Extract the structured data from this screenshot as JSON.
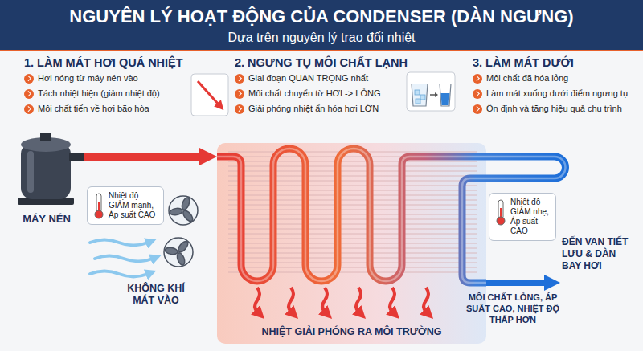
{
  "diagram": {
    "title": "NGUYÊN LÝ HOẠT ĐỘNG CỦA CONDENSER (DÀN NGƯNG)",
    "nodes": [
      {
        "text": [
          "MÁY NÉN"
        ]
      },
      {
        "text": [
          "NHIỆT GIẢI PHÓNG RA MÔI TRƯỜNG"
        ]
      },
      {
        "text": [
          "ĐẾN VAN TIẾT LƯU & DÀN BAY HƠI"
        ]
      },
      {
        "text": [
          "Nhiệt độ GIẢM mạnh, Áp suất CAO"
        ]
      },
      {
        "text": [
          "Nhiệt độ GIẢM nhẹ, Áp suất CAO"
        ]
      }
    ],
    "edges": [
      {
        "from": 0,
        "to": 1,
        "arrow": "to"
      },
      {
        "from": 1,
        "to": 2,
        "label": "MÔI CHẤT LỎNG, ÁP SUẤT CAO, NHIỆT ĐỘ THẤP HƠN",
        "arrow": "to"
      }
    ],
    "labels": [
      "Dựa trên nguyên lý trao đổi nhiệt",
      "1. LÀM MÁT HƠI QUÁ NHIỆT",
      "Hơi nóng từ máy nén vào",
      "Tách nhiệt hiện (giảm nhiệt độ)",
      "Môi chất tiến về hơi bão hòa",
      "2. NGƯNG TỤ MÔI CHẤT LẠNH",
      "Giai đoạn QUAN TRỌNG nhất",
      "Môi chất chuyển từ HƠI -> LỎNG",
      "Giải phóng nhiệt ẩn hóa hơi LỚN",
      "3. LÀM MÁT DƯỚI",
      "Môi chất đã hóa lỏng",
      "Làm mát xuống dưới điểm ngưng tụ",
      "Ổn định và tăng hiệu quả chu trình",
      "KHÔNG KHÍ MÁT VÀO"
    ]
  }
}
